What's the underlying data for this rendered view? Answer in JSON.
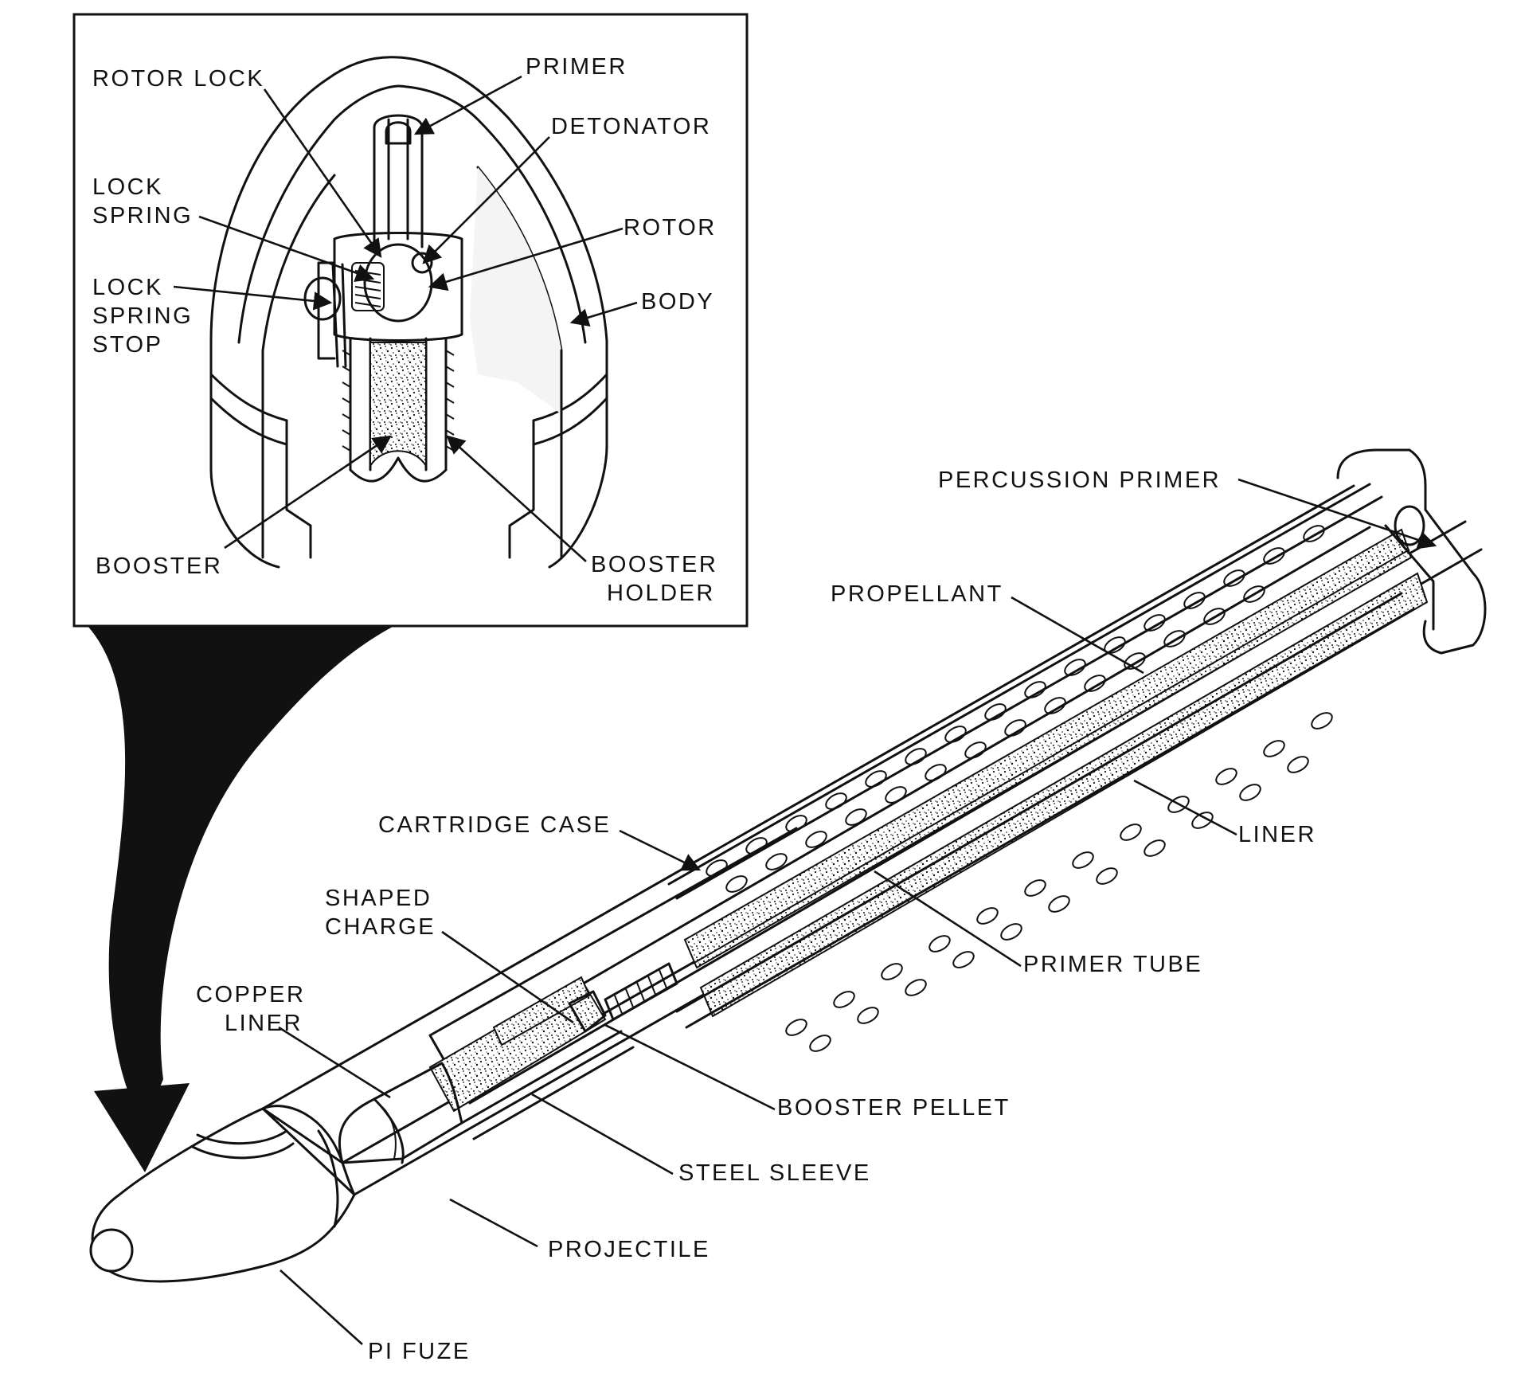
{
  "inset_labels": {
    "rotor_lock": "ROTOR LOCK",
    "primer": "PRIMER",
    "detonator": "DETONATOR",
    "lock_spring_1": "LOCK",
    "lock_spring_2": "SPRING",
    "rotor": "ROTOR",
    "lock_spring_stop_1": "LOCK",
    "lock_spring_stop_2": "SPRING",
    "lock_spring_stop_3": "STOP",
    "body": "BODY",
    "booster": "BOOSTER",
    "booster_holder_1": "BOOSTER",
    "booster_holder_2": "HOLDER"
  },
  "main_labels": {
    "percussion_primer": "PERCUSSION PRIMER",
    "propellant": "PROPELLANT",
    "cartridge_case": "CARTRIDGE CASE",
    "liner": "LINER",
    "shaped_charge_1": "SHAPED",
    "shaped_charge_2": "CHARGE",
    "primer_tube": "PRIMER TUBE",
    "copper_liner_1": "COPPER",
    "copper_liner_2": "LINER",
    "booster_pellet": "BOOSTER PELLET",
    "steel_sleeve": "STEEL SLEEVE",
    "projectile": "PROJECTILE",
    "pi_fuze": "PI FUZE"
  },
  "icons": {
    "callout": "curved-callout-arrow",
    "inset": "fuze-cutaway",
    "round": "cartridge-cutaway"
  },
  "colors": {
    "ink": "#111111",
    "paper": "#ffffff"
  }
}
